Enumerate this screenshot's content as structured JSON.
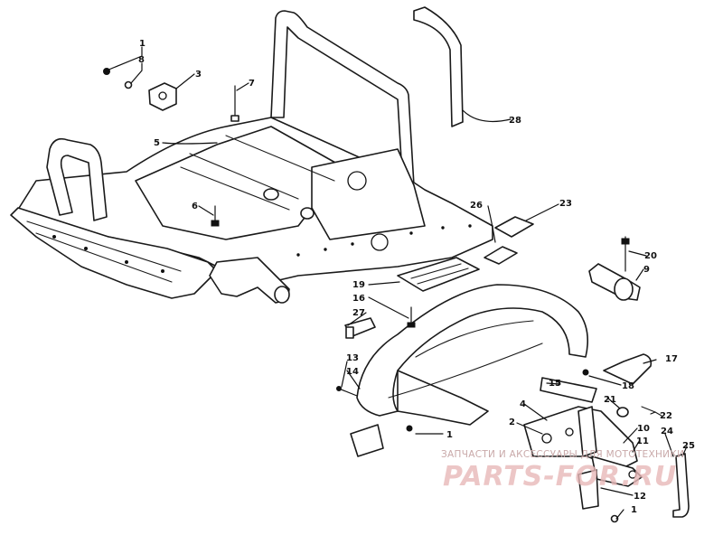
{
  "diagram": {
    "callouts": {
      "c1a": "1",
      "c8": "8",
      "c3": "3",
      "c7": "7",
      "c5": "5",
      "c6": "6",
      "c28": "28",
      "c26": "26",
      "c23": "23",
      "c20": "20",
      "c9": "9",
      "c19": "19",
      "c16": "16",
      "c27": "27",
      "c13": "13",
      "c14": "14",
      "c17": "17",
      "c15": "15",
      "c18": "18",
      "c21": "21",
      "c22": "22",
      "c4": "4",
      "c2": "2",
      "c10": "10",
      "c11": "11",
      "c24": "24",
      "c25": "25",
      "c12": "12",
      "c1b": "1",
      "c1c": "1"
    }
  },
  "watermark": {
    "line1": "ЗАПЧАСТИ И АКСЕССУАРЫ ДЛЯ МОТОТЕХНИКИ",
    "logo": "PARTS-FOR.RU"
  }
}
